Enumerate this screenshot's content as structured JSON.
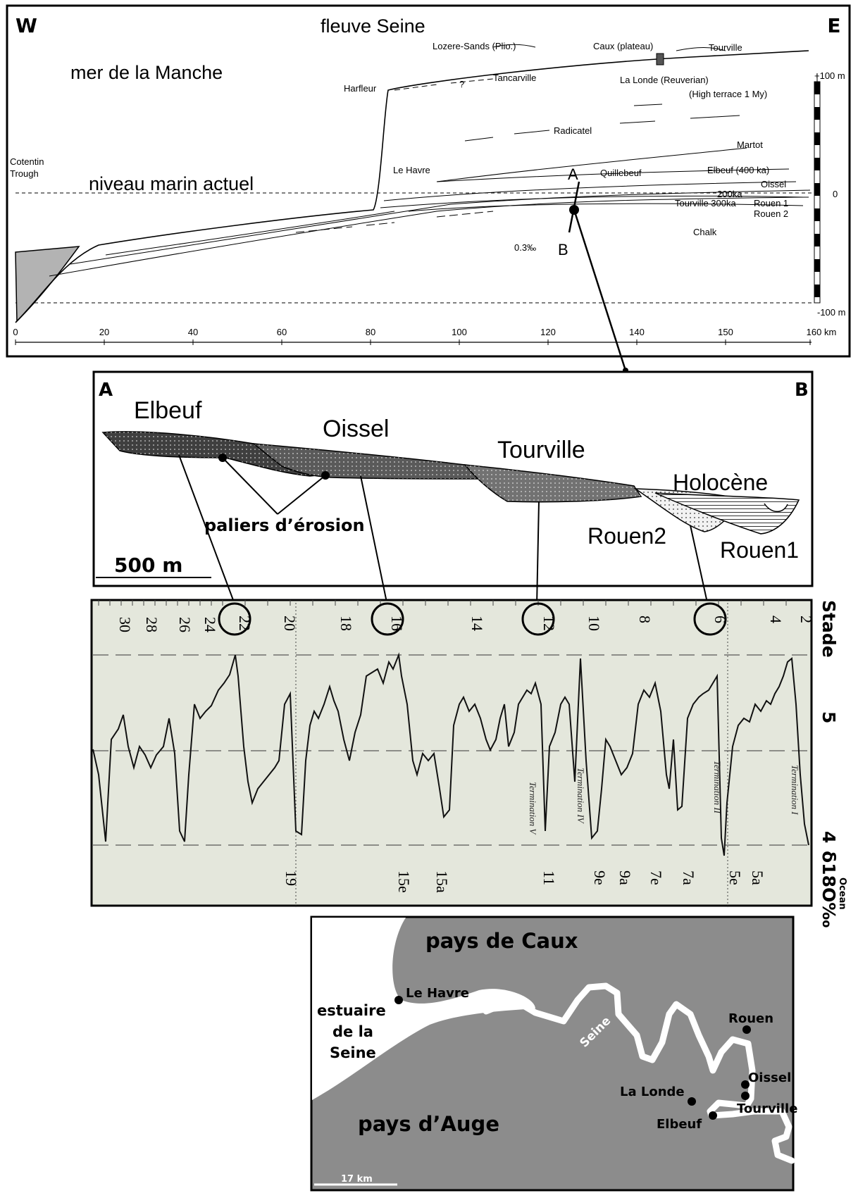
{
  "profile": {
    "west": "W",
    "east": "E",
    "river": "fleuve Seine",
    "sea": "mer de la Manche",
    "sea_level": "niveau marin actuel",
    "trough": [
      "Cotentin",
      "Trough"
    ],
    "surface_labels": {
      "lozere": "Lozere-Sands (Plio.)",
      "caux": "Caux (plateau)",
      "tourville_top": "Tourville",
      "harfleur": "Harfleur",
      "tancarville": "Tancarville",
      "question": "?",
      "la_londe": "La Londe (Reuverian)",
      "high_terrace": "(High terrace 1 My)",
      "radicatel": "Radicatel",
      "martot": "Martot",
      "le_havre": "Le Havre",
      "quillebeuf": "Quillebeuf",
      "elbeuf": "Elbeuf (400 ka)",
      "oissel": "Oissel",
      "ka200": "200ka",
      "tourville300": "Tourville 300ka",
      "rouen1": "Rouen 1",
      "rouen2": "Rouen 2",
      "chalk": "Chalk",
      "slope": "0.3‰",
      "point_a": "A",
      "point_b": "B"
    },
    "x_ticks": [
      "0",
      "20",
      "40",
      "60",
      "80",
      "100",
      "120",
      "140",
      "150",
      "160 km"
    ],
    "y_ticks": [
      "+100 m",
      "0",
      "-100 m"
    ]
  },
  "section": {
    "corner_a": "A",
    "corner_b": "B",
    "elbeuf": "Elbeuf",
    "oissel": "Oissel",
    "tourville": "Tourville",
    "holocene": "Holocène",
    "rouen2": "Rouen2",
    "rouen1": "Rouen1",
    "paliers": "paliers d’érosion",
    "scale": "500 m"
  },
  "isotope": {
    "stage_label": "Stade",
    "axis_label": "δ18O‰",
    "axis_sub": "Ocean",
    "axis_ticks": [
      "5",
      "4"
    ],
    "top_stages": [
      "30",
      "28",
      "26",
      "24",
      "22",
      "20",
      "18",
      "16",
      "14",
      "12",
      "10",
      "8",
      "6",
      "4",
      "2"
    ],
    "circled": [
      "22",
      "16",
      "12",
      "6"
    ],
    "bottom_stages": [
      "19",
      "15e",
      "15a",
      "11",
      "9e",
      "9a",
      "7e",
      "7a",
      "5e",
      "5a"
    ],
    "terminations": [
      "Termination V",
      "Termination IV",
      "Termination II",
      "Termination I"
    ]
  },
  "map": {
    "caux": "pays de Caux",
    "auge": "pays d’Auge",
    "estuary": [
      "estuaire",
      "de la",
      "Seine"
    ],
    "seine": "Seine",
    "le_havre": "Le Havre",
    "rouen": "Rouen",
    "oissel": "Oissel",
    "la_londe": "La Londe",
    "tourville": "Tourville",
    "elbeuf": "Elbeuf",
    "scale": "17 km"
  },
  "colors": {
    "map_land": "#8c8c8c",
    "isotope_bg": "#e4e7dc",
    "trough_fill": "#b3b3b3",
    "deposit_dark": "#4a4a4a",
    "deposit_mid": "#7a7a7a"
  }
}
